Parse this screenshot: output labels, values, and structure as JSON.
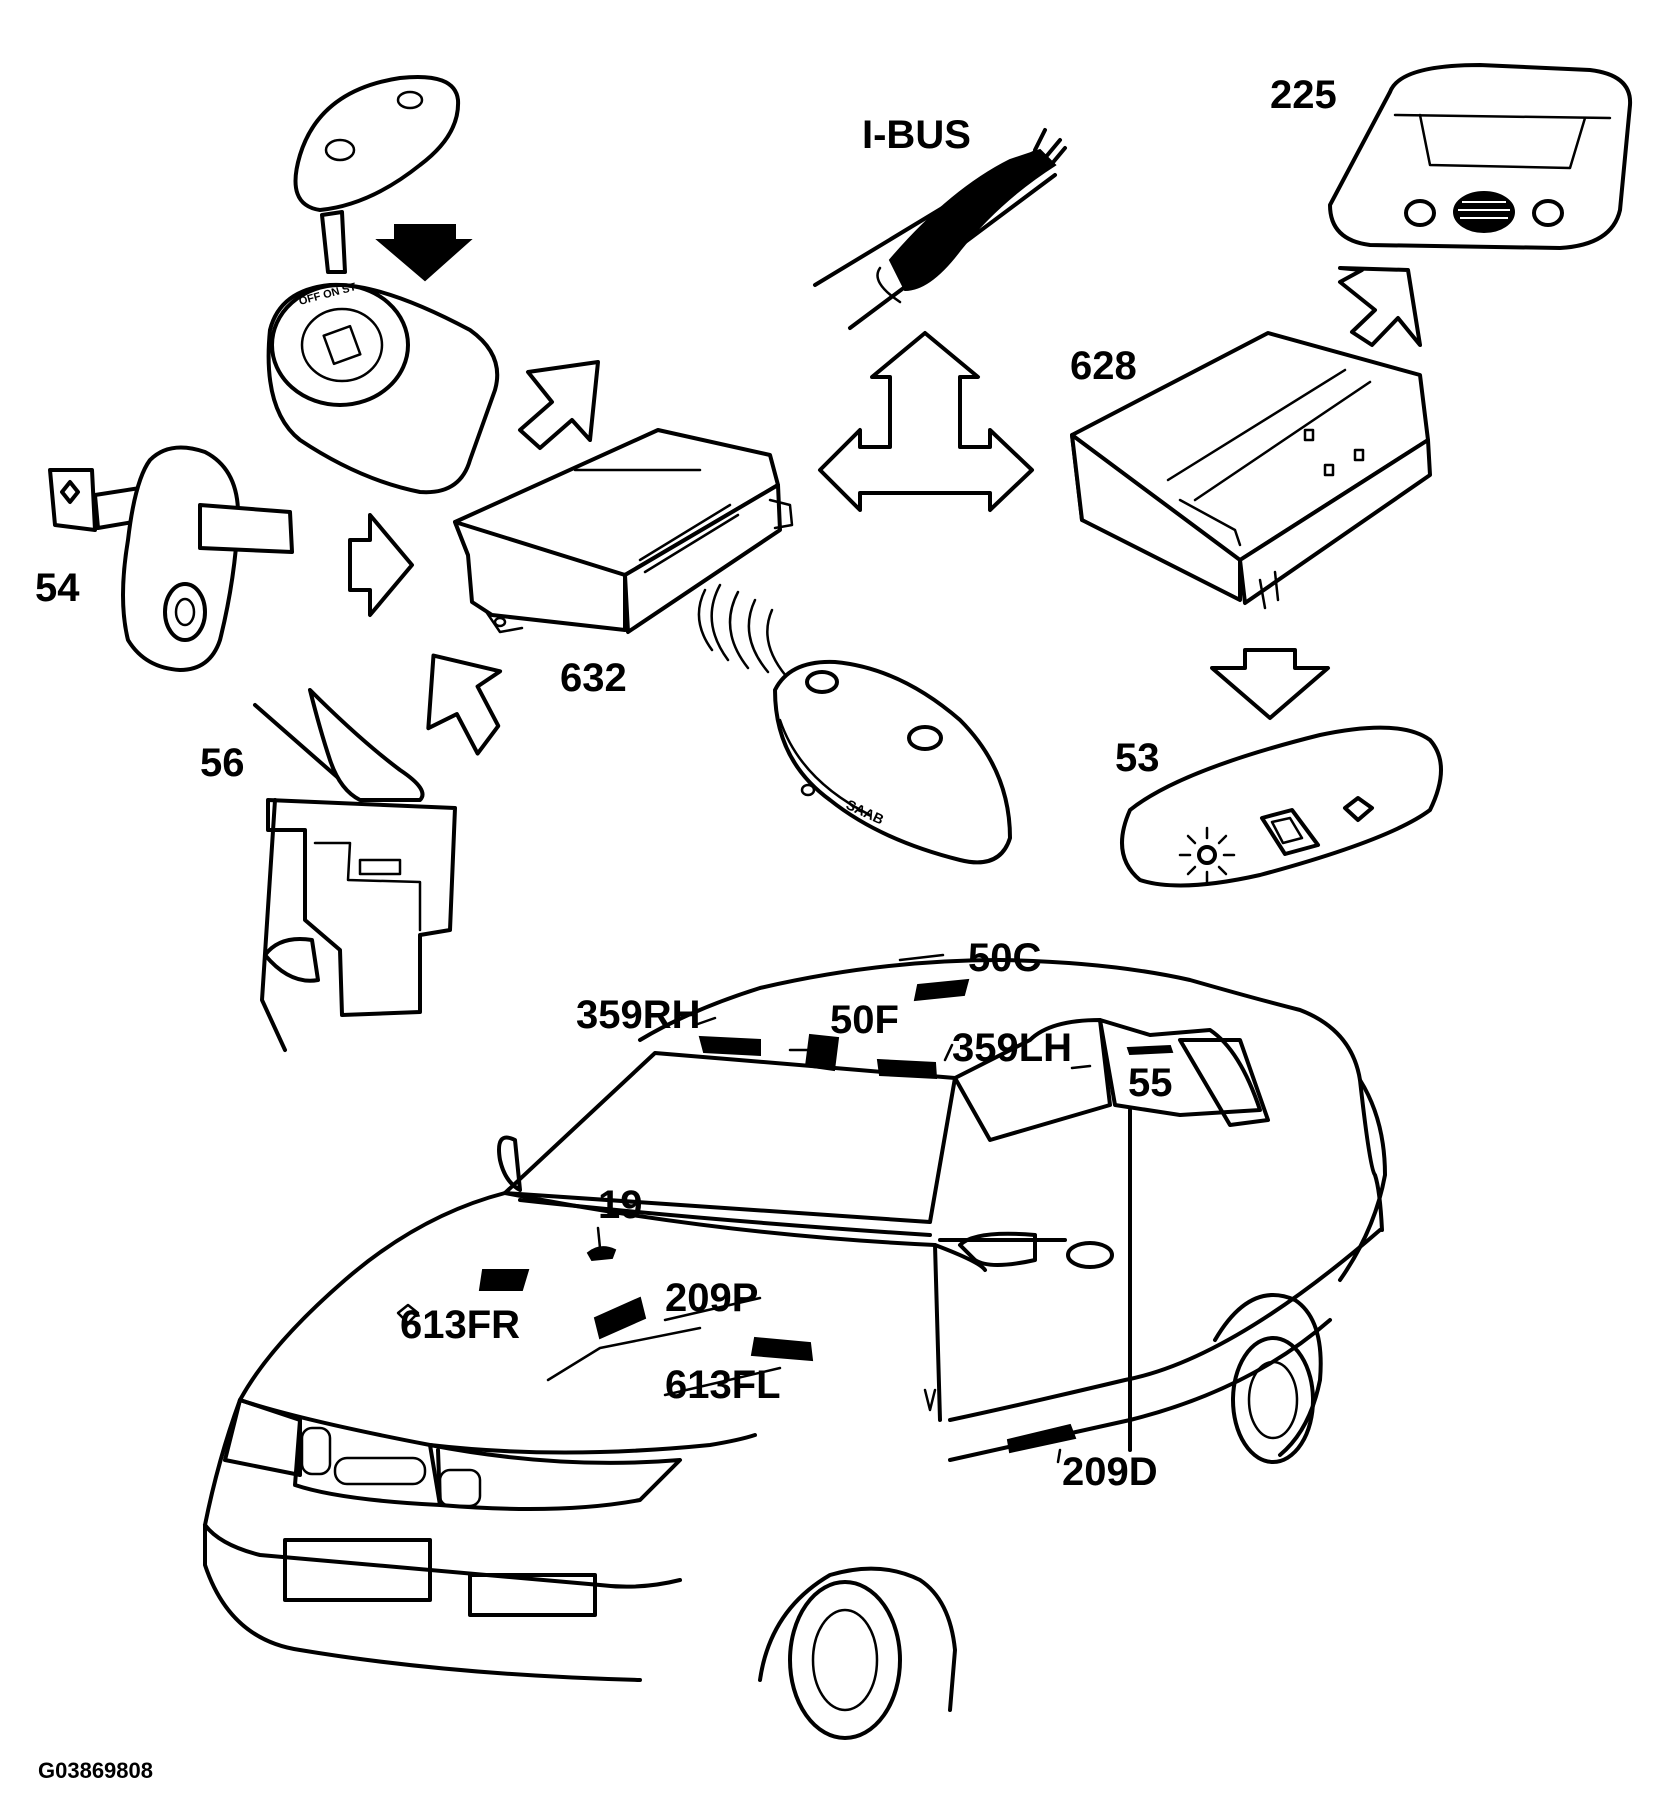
{
  "labels": {
    "c225": "225",
    "ibus": "I-BUS",
    "c628": "628",
    "c54": "54",
    "c632": "632",
    "c56": "56",
    "c53": "53",
    "c50c": "50C",
    "c359rh": "359RH",
    "c50f": "50F",
    "c359lh": "359LH",
    "c55": "55",
    "c19": "19",
    "c209p": "209P",
    "c613fr": "613FR",
    "c613fl": "613FL",
    "c209d": "209D"
  },
  "figure_id": "G03869808"
}
